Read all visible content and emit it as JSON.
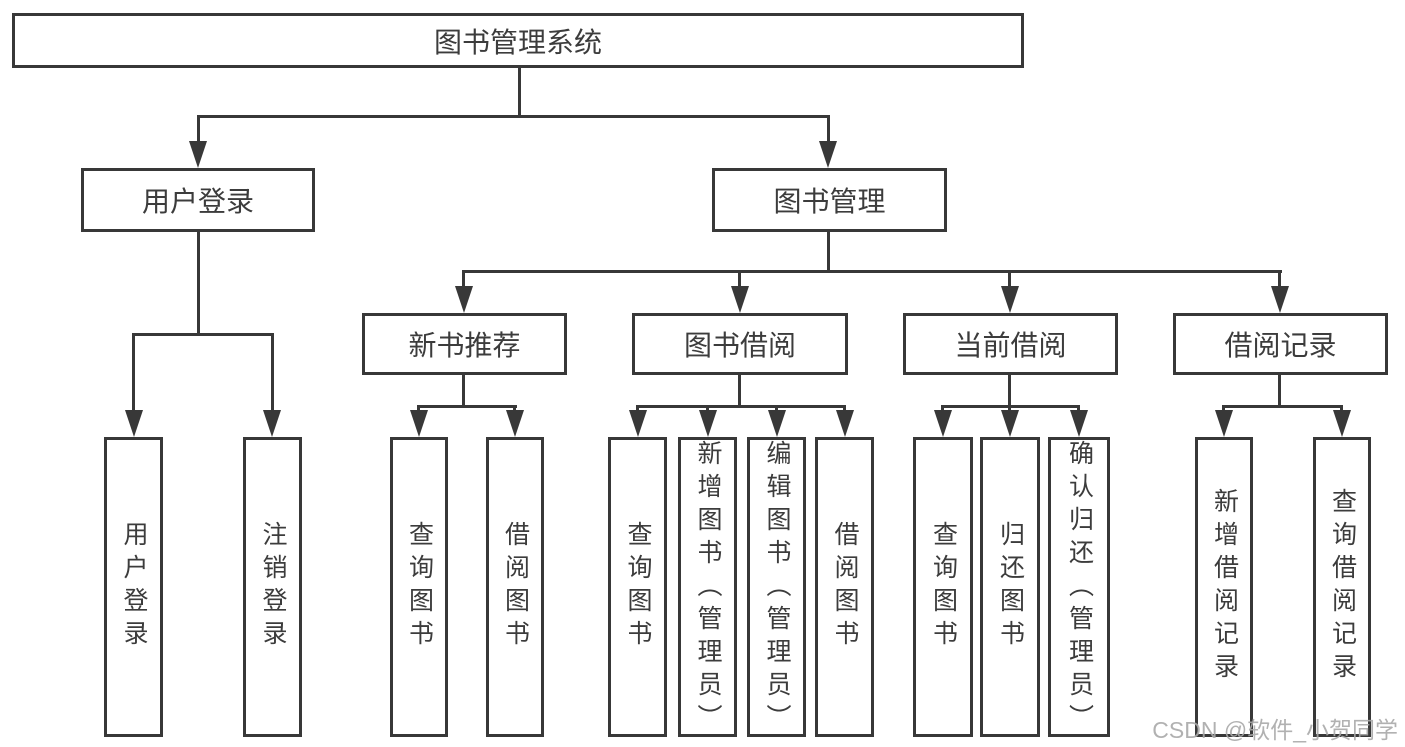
{
  "diagram": {
    "root": "图书管理系统",
    "level2": [
      "用户登录",
      "图书管理"
    ],
    "level3": [
      "新书推荐",
      "图书借阅",
      "当前借阅",
      "借阅记录"
    ],
    "leaves": {
      "login": [
        "用户登录",
        "注销登录"
      ],
      "recommend": [
        "查询图书",
        "借阅图书"
      ],
      "borrow": [
        "查询图书",
        "新增图书（管理员）",
        "编辑图书（管理员）",
        "借阅图书"
      ],
      "current": [
        "查询图书",
        "归还图书",
        "确认归还（管理员）"
      ],
      "records": [
        "新增借阅记录",
        "查询借阅记录"
      ]
    }
  },
  "watermark": "CSDN @软件_小贺同学",
  "colors": {
    "line": "#383838",
    "text": "#3c3c3c",
    "watermark": "#a9a9a9",
    "background": "#ffffff"
  }
}
